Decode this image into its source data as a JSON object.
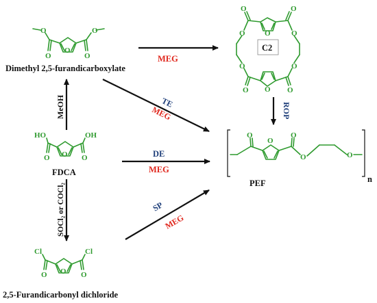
{
  "colors": {
    "molecule": "#2e9a2e",
    "reagent_red": "#e0281e",
    "reagent_blue": "#1f3f7a",
    "text": "#111111"
  },
  "atoms": {
    "oxygen": "O",
    "chlorine": "Cl",
    "hydroxyl": "HO",
    "hydroxyl_right": "OH",
    "repeat_n": "n"
  },
  "compounds": {
    "dimethyl_ester": "Dimethyl 2,5-furandicarboxylate",
    "fdca": "FDCA",
    "dichloride": "2,5-Furandicarbonyl dichloride",
    "cyclic": "C2",
    "polymer": "PEF"
  },
  "reagents": {
    "methanol": "MeOH",
    "chlorinating": "SOCl₂ or COCl₂",
    "meg": "MEG",
    "te": "TE",
    "de": "DE",
    "sp": "SP",
    "rop": "ROP"
  }
}
